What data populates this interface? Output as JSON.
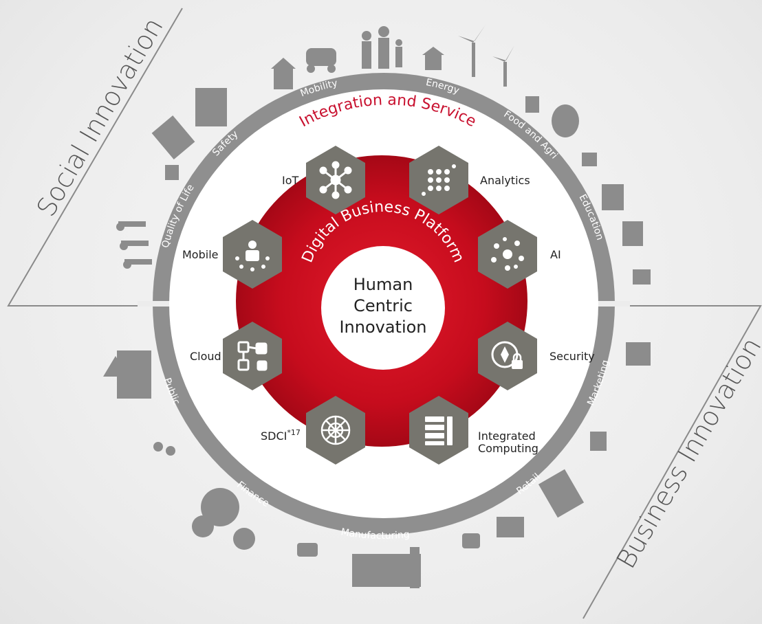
{
  "corner_labels": {
    "social": "Social Innovation",
    "business": "Business Innovation"
  },
  "center": {
    "line1": "Human",
    "line2": "Centric",
    "line3": "Innovation"
  },
  "red_ring_title": "Digital Business Platform",
  "white_ring_title": "Integration and Service",
  "hexagons": {
    "iot": "IoT",
    "analytics": "Analytics",
    "mobile": "Mobile",
    "ai": "AI",
    "cloud": "Cloud",
    "security": "Security",
    "sdci": "SDCI",
    "sdci_note": "*17",
    "integrated_line1": "Integrated",
    "integrated_line2": "Computing"
  },
  "ring_top": [
    "Quality of Life",
    "Safety",
    "Mobility",
    "Energy",
    "Food and Agri",
    "Education"
  ],
  "ring_bottom": [
    "Public",
    "Finance",
    "Manufacturing",
    "Retail",
    "Marketing"
  ],
  "colors": {
    "red": "#c00d1e",
    "gray_ring": "#8f8f8f",
    "hex": "#76756e",
    "title_red": "#c8102e"
  }
}
